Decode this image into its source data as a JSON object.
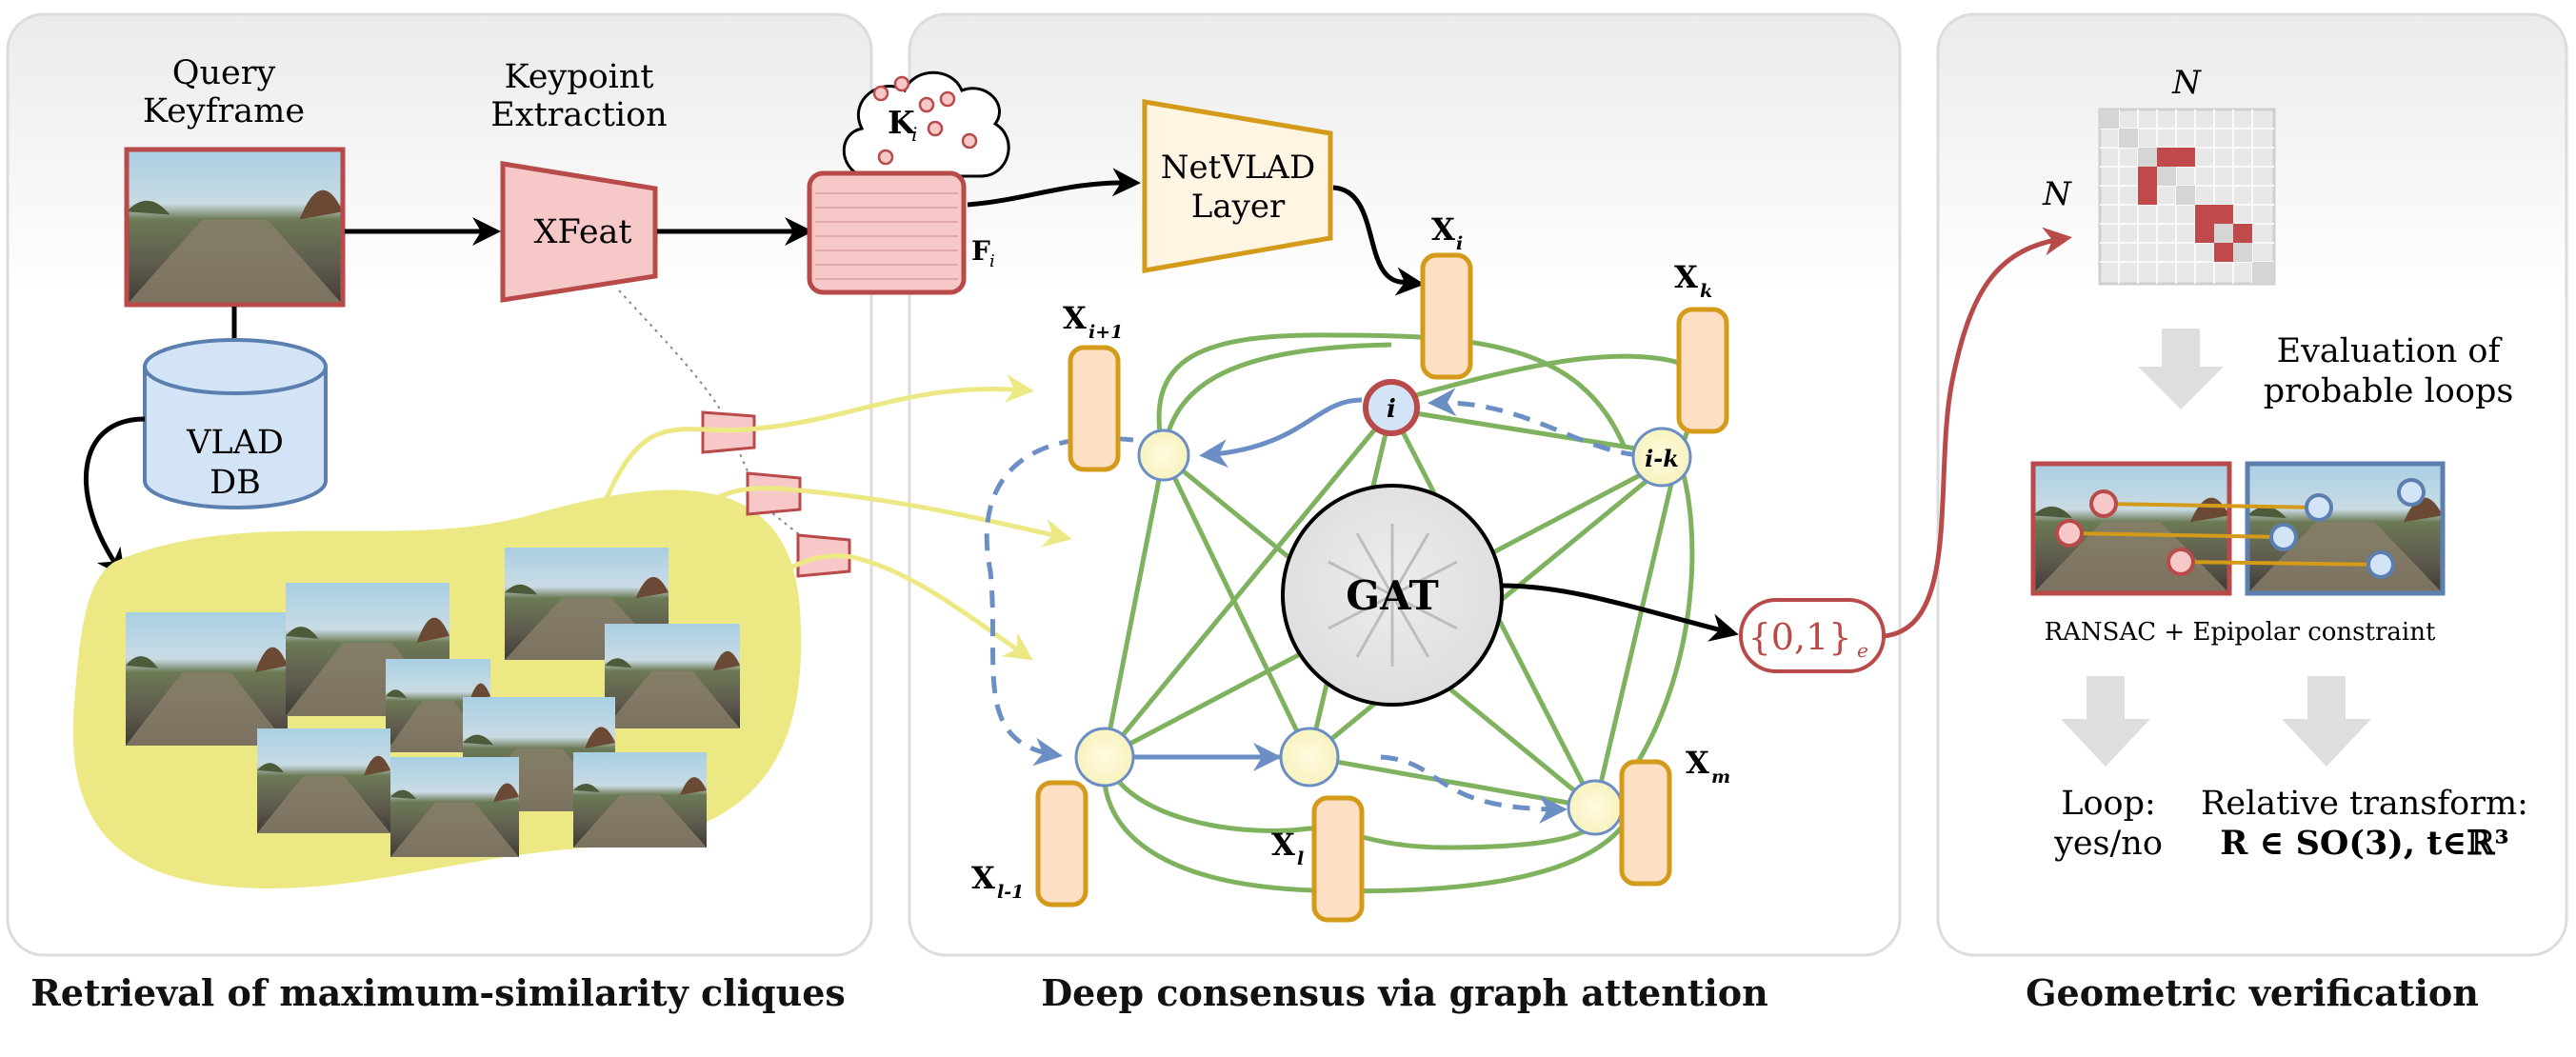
{
  "panels": {
    "left": {
      "caption": "Retrieval of maximum-similarity cliques",
      "query_label_1": "Query",
      "query_label_2": "Keyframe",
      "keypoint_label_1": "Keypoint",
      "keypoint_label_2": "Extraction",
      "xfeat": "XFeat",
      "db_label_1": "VLAD",
      "db_label_2": "DB"
    },
    "middle": {
      "caption": "Deep consensus via graph attention",
      "k_label": "K",
      "k_sub": "i",
      "f_label": "F",
      "f_sub": "i",
      "netvlad_1": "NetVLAD",
      "netvlad_2": "Layer",
      "gat": "GAT",
      "output": "{0,1}",
      "output_sub": "e",
      "node_i": "i",
      "node_ik": "i-k",
      "labels": {
        "xi": {
          "main": "X",
          "sub": "i"
        },
        "xk": {
          "main": "X",
          "sub": "k"
        },
        "xi1": {
          "main": "X",
          "sub": "i+1"
        },
        "xl1": {
          "main": "X",
          "sub": "l-1"
        },
        "xl": {
          "main": "X",
          "sub": "l"
        },
        "xm": {
          "main": "X",
          "sub": "m"
        }
      }
    },
    "right": {
      "caption": "Geometric verification",
      "n_top": "N",
      "n_left": "N",
      "eval_1": "Evaluation of",
      "eval_2": "probable loops",
      "ransac": "RANSAC + Epipolar constraint",
      "loop_1": "Loop:",
      "loop_2": "yes/no",
      "rel_1": "Relative transform:",
      "rel_2": "R ∈ SO(3), t∈ℝ³"
    }
  },
  "colors": {
    "panel_bg": "#f2f2f2",
    "red_border": "#b84a4a",
    "red_fill": "#f7c8c8",
    "orange_border": "#d49a1a",
    "orange_fill": "#fde0c4",
    "green_edge": "#7fb25e",
    "blue_arrow": "#6b8fc4",
    "yellow_blob": "#ece985",
    "db_fill": "#d3e4f7",
    "db_stroke": "#5b7fae"
  }
}
